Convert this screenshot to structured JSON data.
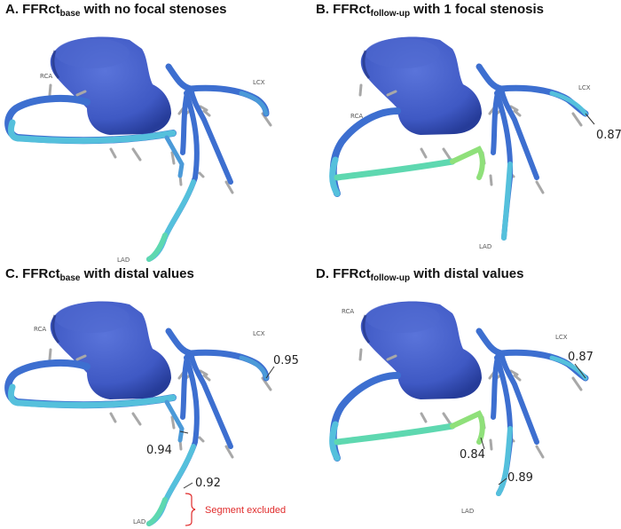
{
  "panels": [
    {
      "letter": "A.",
      "prefix": "FFRct",
      "sub": "base",
      "suffix": " with no focal stenoses"
    },
    {
      "letter": "B.",
      "prefix": "FFRct",
      "sub": "follow-up",
      "suffix": " with 1 focal stenosis"
    },
    {
      "letter": "C.",
      "prefix": "FFRct",
      "sub": "base",
      "suffix": " with distal values"
    },
    {
      "letter": "D.",
      "prefix": "FFRct",
      "sub": "follow-up",
      "suffix": " with distal values"
    }
  ],
  "artery_labels": {
    "rca": "RCA",
    "lcx": "LCX",
    "lad": "LAD"
  },
  "values": {
    "b_lcx": "0.87",
    "c_lcx": "0.95",
    "c_diag": "0.94",
    "c_lad": "0.92",
    "d_lcx": "0.87",
    "d_stenosis": "0.84",
    "d_lad": "0.89"
  },
  "annotations": {
    "segment_excluded": "Segment excluded"
  },
  "colors": {
    "aorta": "#3f59c4",
    "proximal": "#3d6fd0",
    "mid": "#4b9ad8",
    "distal": "#55c0dc",
    "low": "#5ed8b0",
    "stenosis": "#8fe07a",
    "stub": "#a8a8a8",
    "excluded_text": "#e02b2b"
  }
}
